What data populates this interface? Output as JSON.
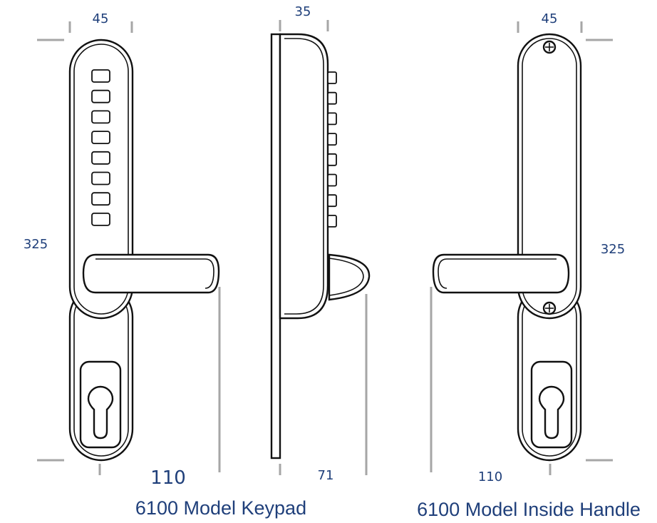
{
  "dimensions": {
    "keypad_width": "45",
    "keypad_height": "325",
    "keypad_projection": "110",
    "side_depth": "35",
    "side_projection": "71",
    "inside_width": "45",
    "inside_height": "325",
    "inside_projection": "110"
  },
  "captions": {
    "keypad_model": "6100 Model Keypad",
    "inside_model": "6100 Model Inside Handle"
  },
  "keypad": {
    "button_count": 8
  },
  "colors": {
    "label": "#1f3f7a",
    "outline": "#111111",
    "guide": "#a6a6a6"
  }
}
